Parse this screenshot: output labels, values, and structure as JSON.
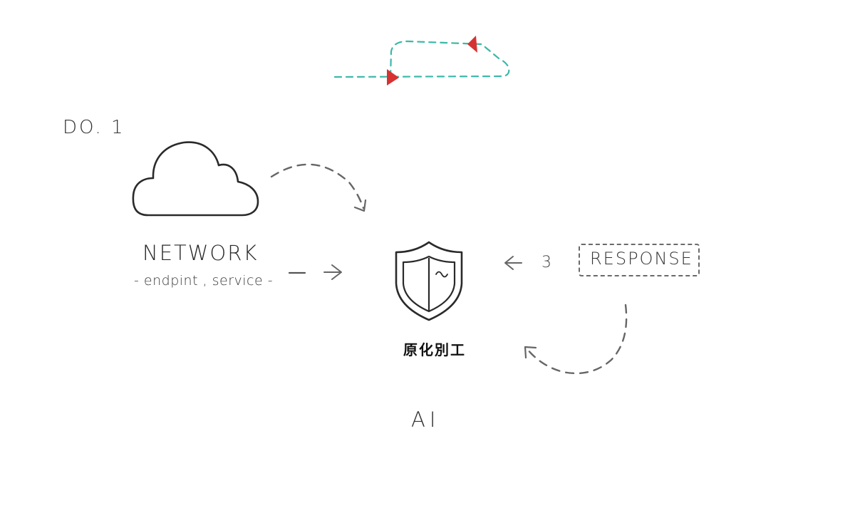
{
  "diagram": {
    "step_label": "DO. 1",
    "network": {
      "icon": "cloud-icon",
      "title": "NETWORK",
      "subtitle": "- endpint , service -"
    },
    "center": {
      "icon": "shield-icon",
      "caption": "原化別工",
      "label": "AI"
    },
    "response": {
      "step_number": "3",
      "label": "RESPONSE"
    },
    "top_loop": {
      "line_color": "#3bb8a8",
      "marker_color": "#d63232"
    },
    "colors": {
      "ink": "#2a2a2a",
      "arrow": "#666666",
      "background": "#ffffff"
    }
  }
}
